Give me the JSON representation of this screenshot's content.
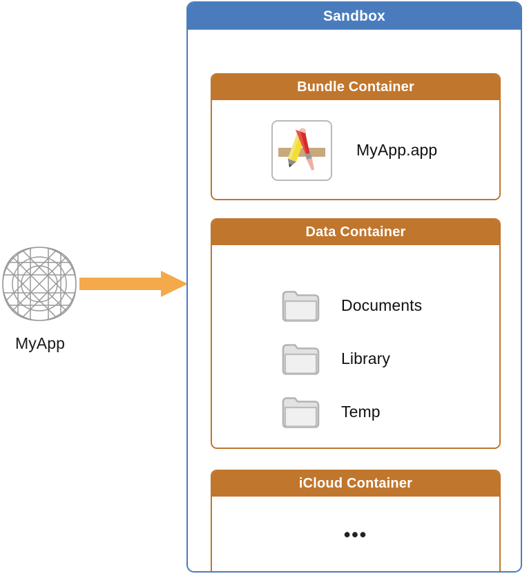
{
  "diagram": {
    "app": {
      "icon_name": "app-icon-grid-template",
      "label": "MyApp"
    },
    "arrow": {
      "icon_name": "right-arrow-icon",
      "color": "#f4a94a"
    },
    "sandbox": {
      "title": "Sandbox",
      "header_color": "#4a7cbd",
      "border_color": "#4a7cbd",
      "containers": [
        {
          "id": "bundle",
          "title": "Bundle Container",
          "header_color": "#c0762c",
          "items": [
            {
              "icon_name": "xcode-app-bundle-icon",
              "label": "MyApp.app"
            }
          ]
        },
        {
          "id": "data",
          "title": "Data Container",
          "header_color": "#c0762c",
          "items": [
            {
              "icon_name": "folder-icon",
              "label": "Documents"
            },
            {
              "icon_name": "folder-icon",
              "label": "Library"
            },
            {
              "icon_name": "folder-icon",
              "label": "Temp"
            }
          ]
        },
        {
          "id": "icloud",
          "title": "iCloud Container",
          "header_color": "#c0762c",
          "items": [],
          "ellipsis": "•••"
        }
      ]
    }
  }
}
